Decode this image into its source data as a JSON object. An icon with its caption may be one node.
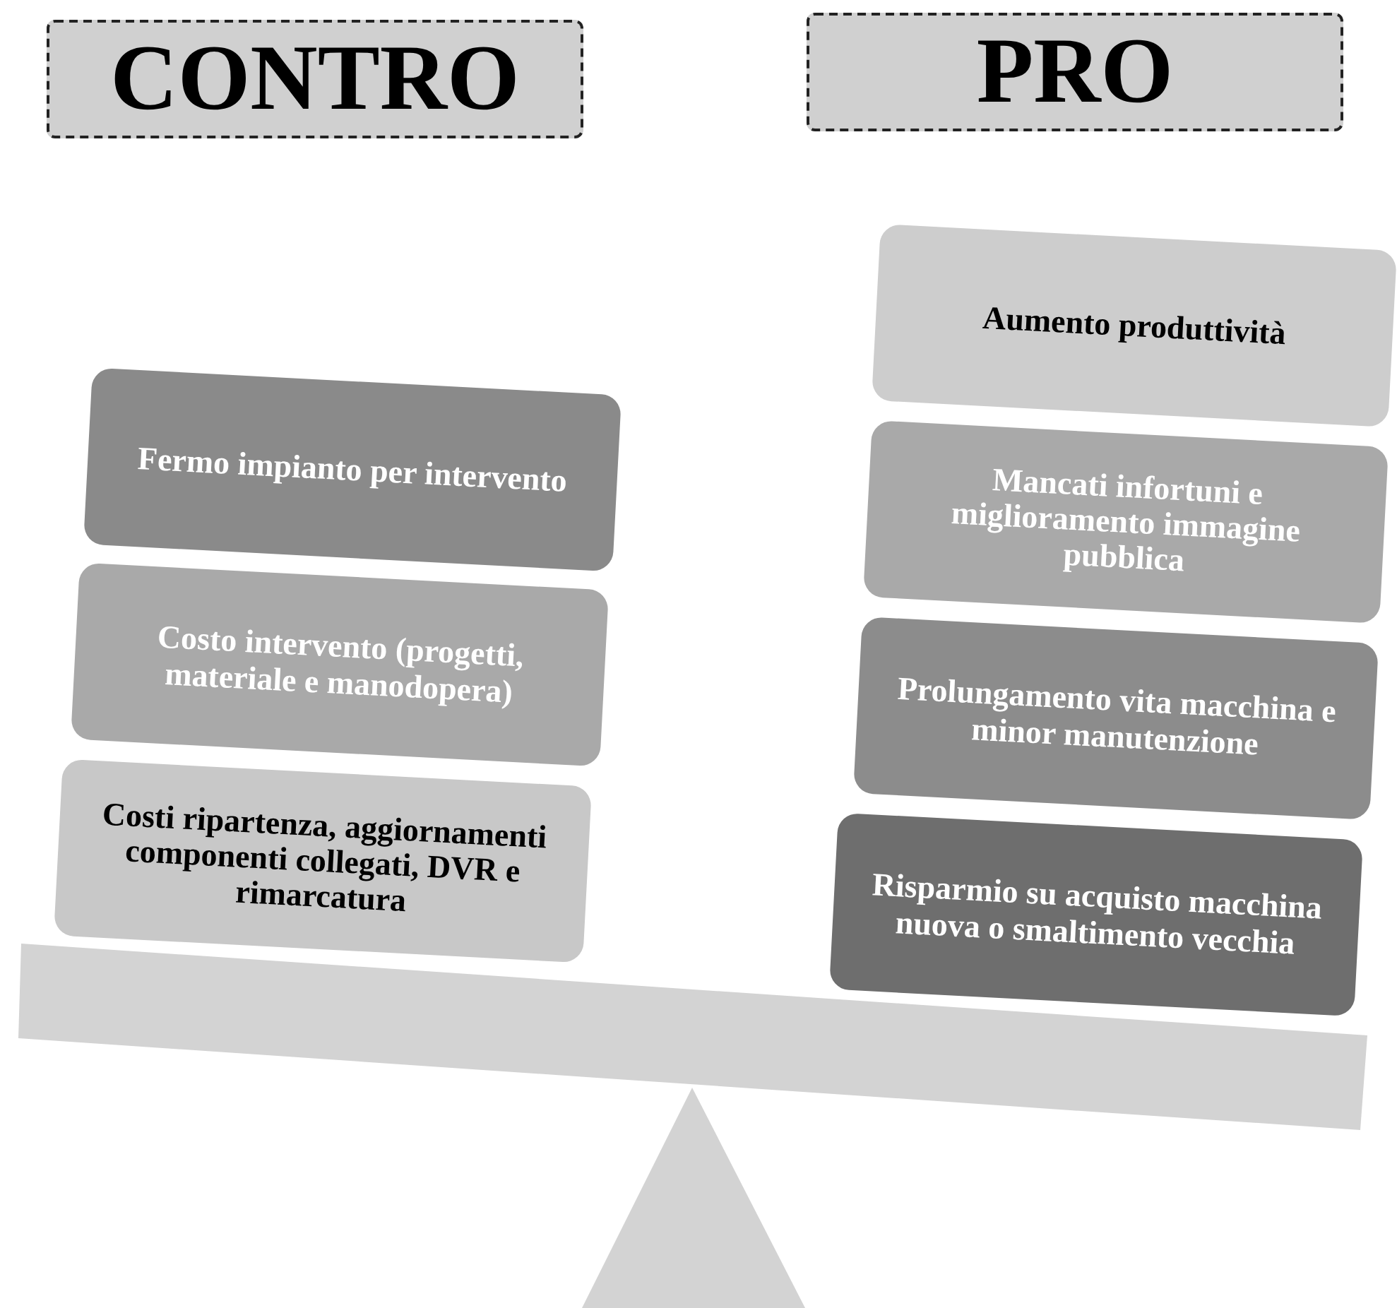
{
  "diagram": {
    "nodes": [
      {
        "text": [
          "CONTRO"
        ]
      },
      {
        "text": [
          "PRO"
        ]
      },
      {
        "text": [
          "Fermo impianto per intervento"
        ]
      },
      {
        "text": [
          "Costo intervento (progetti, materiale e manodopera)"
        ]
      },
      {
        "text": [
          "Costi ripartenza, aggiornamenti componenti collegati, DVR e rimarcatura"
        ]
      },
      {
        "text": [
          "Aumento produttività"
        ]
      },
      {
        "text": [
          "Mancati infortuni e miglioramento immagine pubblica"
        ]
      },
      {
        "text": [
          "Prolungamento vita macchina e minor manutenzione"
        ]
      },
      {
        "text": [
          "Risparmio su acquisto macchina nuova o smaltimento vecchia"
        ]
      }
    ],
    "edges": []
  }
}
